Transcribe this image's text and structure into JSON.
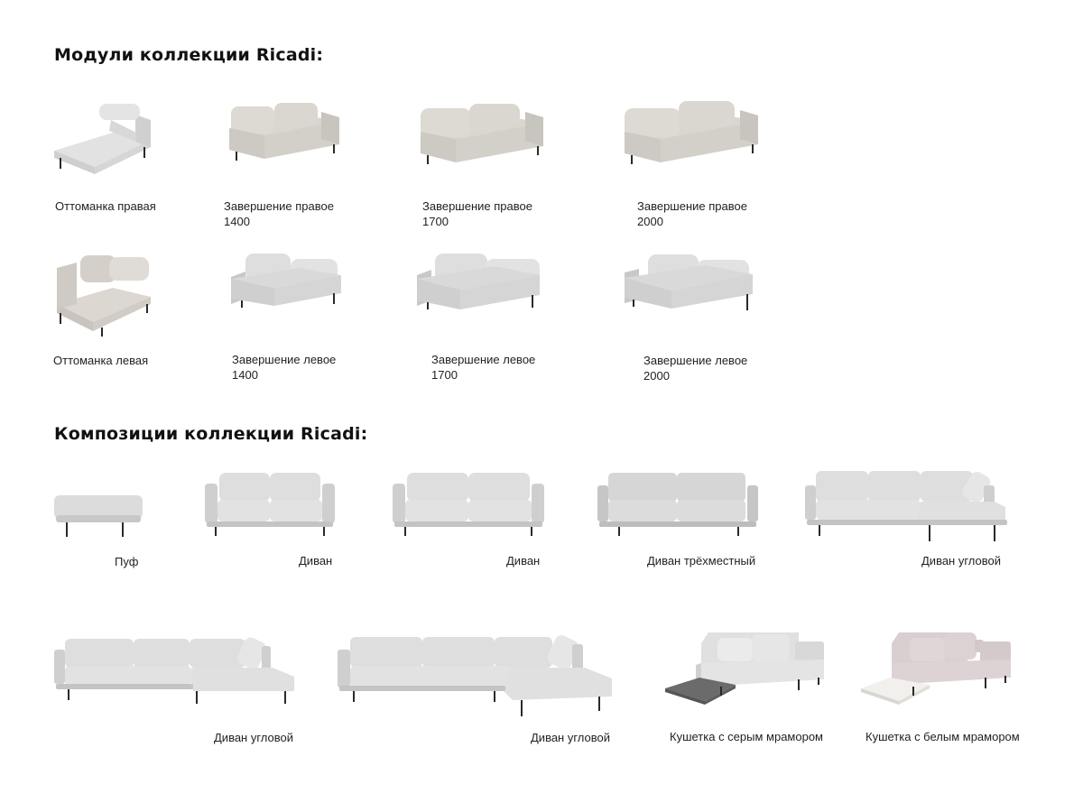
{
  "modules_heading": "Модули коллекции Ricadi:",
  "compositions_heading": "Композиции коллекции Ricadi:",
  "modules": [
    {
      "id": "ottoman-right",
      "line1": "Оттоманка правая",
      "line2": ""
    },
    {
      "id": "end-right-1400",
      "line1": "Завершение правое",
      "line2": "1400"
    },
    {
      "id": "end-right-1700",
      "line1": "Завершение правое",
      "line2": "1700"
    },
    {
      "id": "end-right-2000",
      "line1": "Завершение правое",
      "line2": "2000"
    },
    {
      "id": "ottoman-left",
      "line1": "Оттоманка левая",
      "line2": ""
    },
    {
      "id": "end-left-1400",
      "line1": "Завершение левое",
      "line2": "1400"
    },
    {
      "id": "end-left-1700",
      "line1": "Завершение левое",
      "line2": "1700"
    },
    {
      "id": "end-left-2000",
      "line1": "Завершение левое",
      "line2": "2000"
    }
  ],
  "compositions": [
    {
      "id": "pouf",
      "label": "Пуф"
    },
    {
      "id": "sofa-1",
      "label": "Диван"
    },
    {
      "id": "sofa-2",
      "label": "Диван"
    },
    {
      "id": "sofa-three-seat",
      "label": "Диван трёхместный"
    },
    {
      "id": "sofa-corner-1",
      "label": "Диван угловой"
    },
    {
      "id": "sofa-corner-2",
      "label": "Диван угловой"
    },
    {
      "id": "sofa-corner-3",
      "label": "Диван угловой"
    },
    {
      "id": "couch-grey-marble",
      "label": "Кушетка с серым мрамором"
    },
    {
      "id": "couch-white-marble",
      "label": "Кушетка с белым мрамором"
    }
  ],
  "colors": {
    "upholstery": "#dcdcdc",
    "upholstery_shade": "#c6c6c6",
    "beige": "#d8d3cc",
    "pink": "#d9cfd0",
    "legs": "#2a2a2a",
    "grey_marble": "#6b6b6b",
    "white_marble": "#f2f0ec"
  }
}
